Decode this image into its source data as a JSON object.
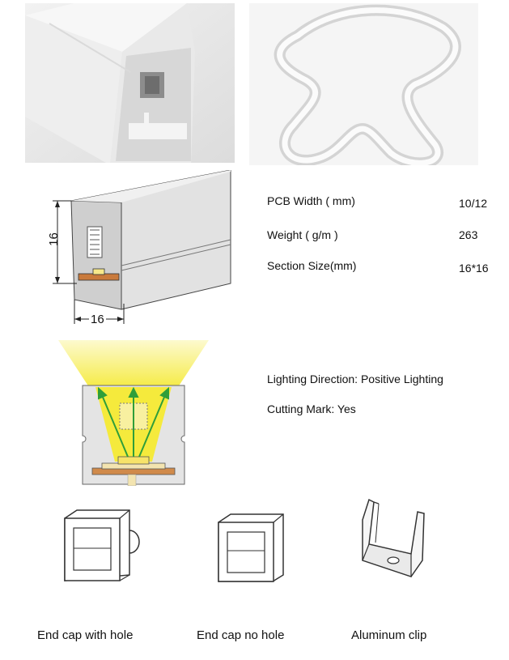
{
  "dimensions": {
    "height_label": "16",
    "width_label": "16"
  },
  "specs": [
    {
      "label": "PCB Width ( mm)",
      "value": "10/12"
    },
    {
      "label": "Weight ( g/m )",
      "value": "263"
    },
    {
      "label": "Section Size(mm)",
      "value": "16*16"
    }
  ],
  "lighting": {
    "direction": "Lighting Direction: Positive Lighting",
    "cutting": "Cutting Mark: Yes"
  },
  "accessories": [
    {
      "label": "End cap with hole"
    },
    {
      "label": "End cap no hole"
    },
    {
      "label": "Aluminum clip"
    }
  ],
  "colors": {
    "light": "#f5ea3c",
    "arrow": "#2f9e3a",
    "pcb": "#d08a4a",
    "profile": "#e4e4e4"
  }
}
